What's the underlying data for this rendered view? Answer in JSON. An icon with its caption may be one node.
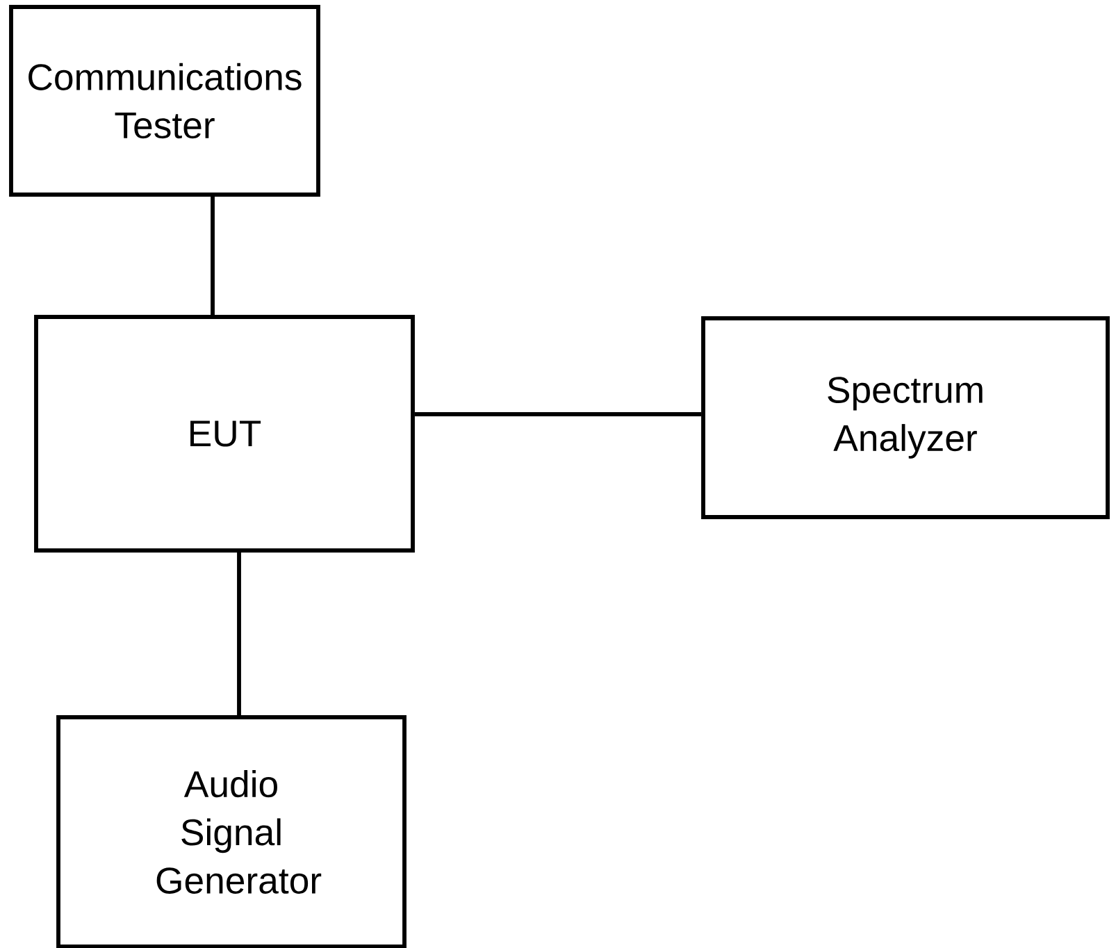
{
  "diagram": {
    "nodes": [
      {
        "text": [
          "Communications Tester"
        ]
      },
      {
        "text": [
          "EUT"
        ]
      },
      {
        "text": [
          "Spectrum Analyzer"
        ]
      },
      {
        "text": [
          "Audio Signal Generator"
        ]
      }
    ],
    "edges": [
      {
        "from": 0,
        "to": 1,
        "arrow": "none"
      },
      {
        "from": 1,
        "to": 2,
        "arrow": "none"
      },
      {
        "from": 1,
        "to": 3,
        "arrow": "none"
      }
    ]
  }
}
